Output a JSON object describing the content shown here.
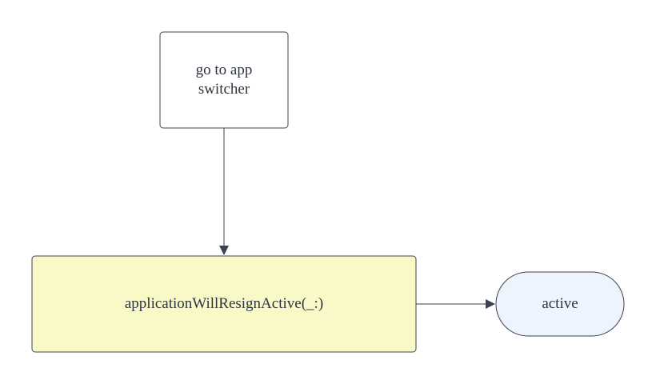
{
  "nodes": {
    "app_switcher": {
      "label": "go to app\nswitcher"
    },
    "resign_active": {
      "label": "applicationWillResignActive(_:)"
    },
    "active": {
      "label": "active"
    }
  },
  "colors": {
    "outline": "#3d4250",
    "text": "#2f3441",
    "process_fill": "#ffffff",
    "highlight_fill": "#f9f9c8",
    "state_fill": "#edf4fd",
    "connector": "#3d4250"
  }
}
